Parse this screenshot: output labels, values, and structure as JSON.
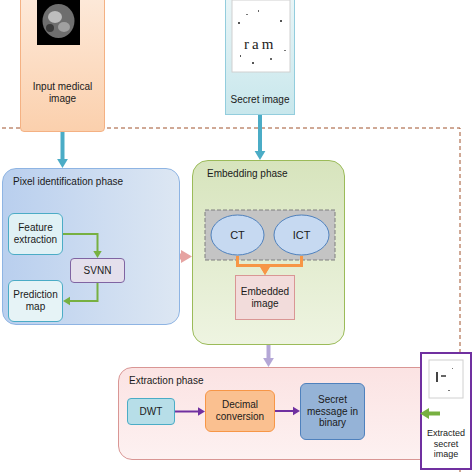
{
  "diagram": {
    "nodes": [
      {
        "text": [
          "Input medical image"
        ]
      },
      {
        "text": [
          "Secret image"
        ]
      },
      {
        "text": [
          "Pixel identification phase"
        ]
      },
      {
        "text": [
          "Feature extraction"
        ],
        "in": 2
      },
      {
        "text": [
          "SVNN"
        ],
        "in": 2
      },
      {
        "text": [
          "Prediction map"
        ],
        "in": 2
      },
      {
        "text": [
          "Embedding phase"
        ]
      },
      {
        "text": [
          "CT"
        ],
        "in": 6
      },
      {
        "text": [
          "ICT"
        ],
        "in": 6
      },
      {
        "text": [
          "Embedded image"
        ],
        "in": 6
      },
      {
        "text": [
          "Extraction phase"
        ]
      },
      {
        "text": [
          "DWT"
        ],
        "in": 10
      },
      {
        "text": [
          "Decimal conversion"
        ],
        "in": 10
      },
      {
        "text": [
          "Secret message in binary"
        ],
        "in": 10
      },
      {
        "text": [
          "Extracted secret image"
        ]
      }
    ],
    "edges": [
      {
        "from": 0,
        "to": 2,
        "arrow": "to"
      },
      {
        "from": 1,
        "to": 6,
        "arrow": "to"
      },
      {
        "from": 3,
        "to": 4,
        "arrow": "to"
      },
      {
        "from": 4,
        "to": 5,
        "arrow": "to"
      },
      {
        "from": 2,
        "to": 6,
        "arrow": "to"
      },
      {
        "from": 7,
        "to": 9,
        "arrow": "to"
      },
      {
        "from": 8,
        "to": 9,
        "arrow": "to"
      },
      {
        "from": 6,
        "to": 10,
        "arrow": "to"
      },
      {
        "from": 11,
        "to": 12,
        "arrow": "to"
      },
      {
        "from": 12,
        "to": 13,
        "arrow": "to"
      },
      {
        "from": 10,
        "to": 14,
        "arrow": "to"
      }
    ],
    "labels": [
      "ram"
    ]
  }
}
